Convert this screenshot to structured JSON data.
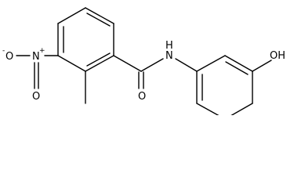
{
  "molecule": {
    "atoms": {
      "nh": "N",
      "nh_h": "H",
      "carbonyl_o": "O",
      "hydroxyl_oh": "OH",
      "nitro_o_minus": "O",
      "nitro_o_minus_charge": "-",
      "nitro_n": "N",
      "nitro_n_charge": "+",
      "nitro_o": "O"
    }
  }
}
